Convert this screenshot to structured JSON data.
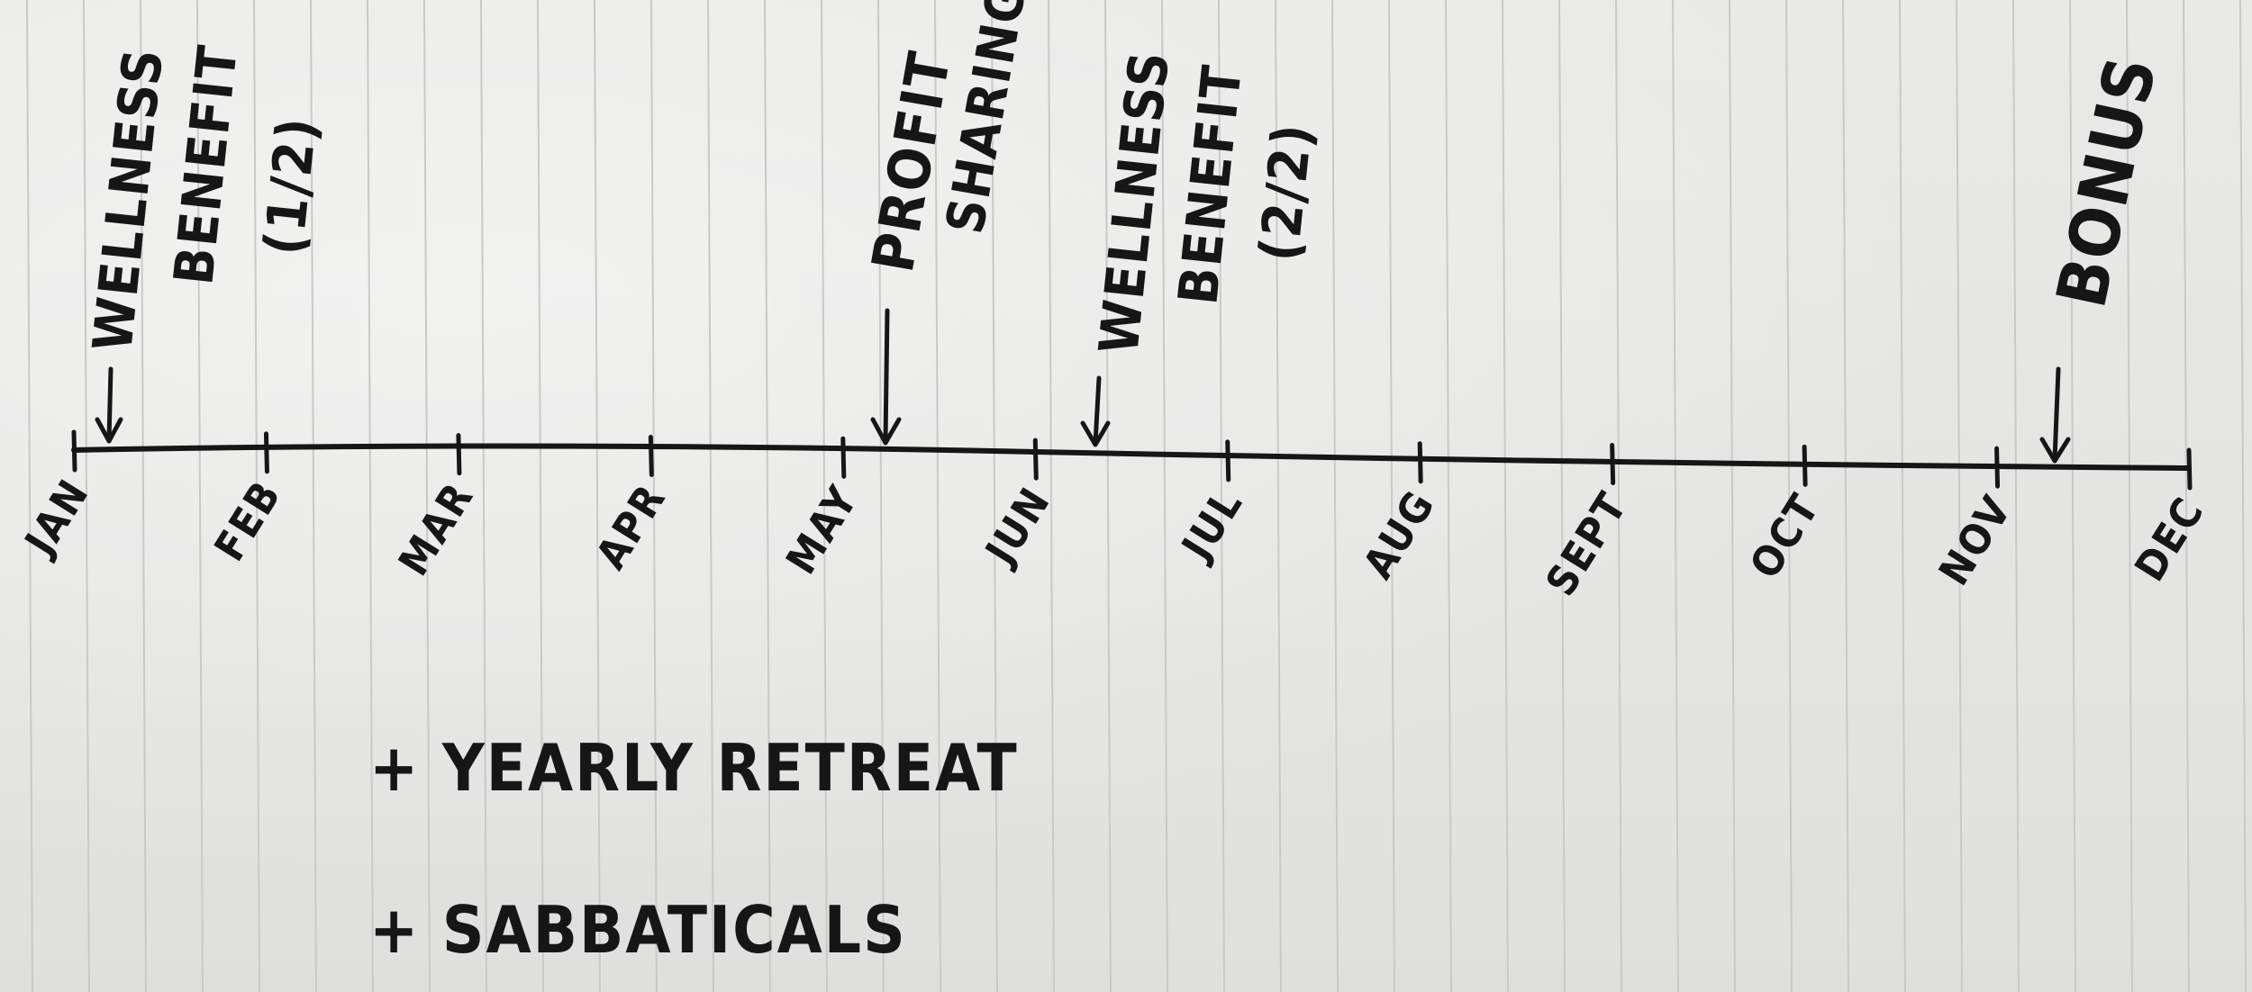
{
  "timeline": {
    "months": [
      "JAN",
      "FEB",
      "MAR",
      "APR",
      "MAY",
      "JUN",
      "JUL",
      "AUG",
      "SEPT",
      "OCT",
      "NOV",
      "DEC"
    ]
  },
  "events": [
    {
      "id": "wellness-1",
      "lines": [
        "WELLNESS",
        "BENEFIT",
        "(1/2)"
      ]
    },
    {
      "id": "profit-sharing",
      "lines": [
        "PROFIT",
        "SHARING"
      ]
    },
    {
      "id": "wellness-2",
      "lines": [
        "WELLNESS",
        "BENEFIT",
        "(2/2)"
      ]
    },
    {
      "id": "bonus",
      "lines": [
        "BONUS"
      ]
    }
  ],
  "extras": [
    "+ YEARLY RETREAT",
    "+ SABBATICALS"
  ],
  "colors": {
    "paper": "#e7e7e5",
    "ruled_line": "#c9c9c7",
    "ink": "#161616"
  }
}
